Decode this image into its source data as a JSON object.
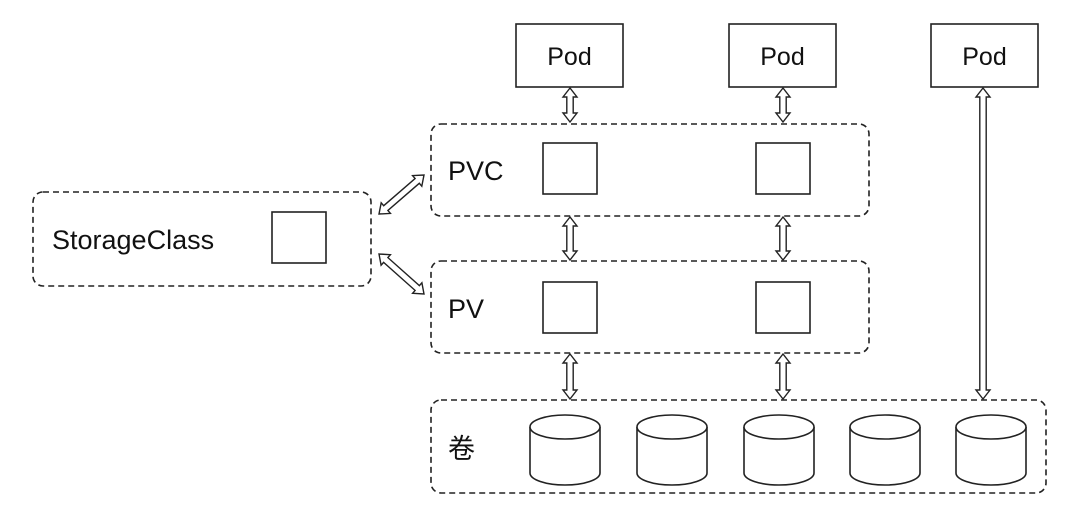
{
  "colors": {
    "stroke": "#222222",
    "background": "#ffffff",
    "text": "#111111"
  },
  "pods": [
    {
      "label": "Pod"
    },
    {
      "label": "Pod"
    },
    {
      "label": "Pod"
    }
  ],
  "groups": {
    "pvc": {
      "label": "PVC"
    },
    "pv": {
      "label": "PV"
    },
    "storageclass": {
      "label": "StorageClass"
    },
    "volumes": {
      "label": "卷",
      "volume_count": 5
    }
  }
}
